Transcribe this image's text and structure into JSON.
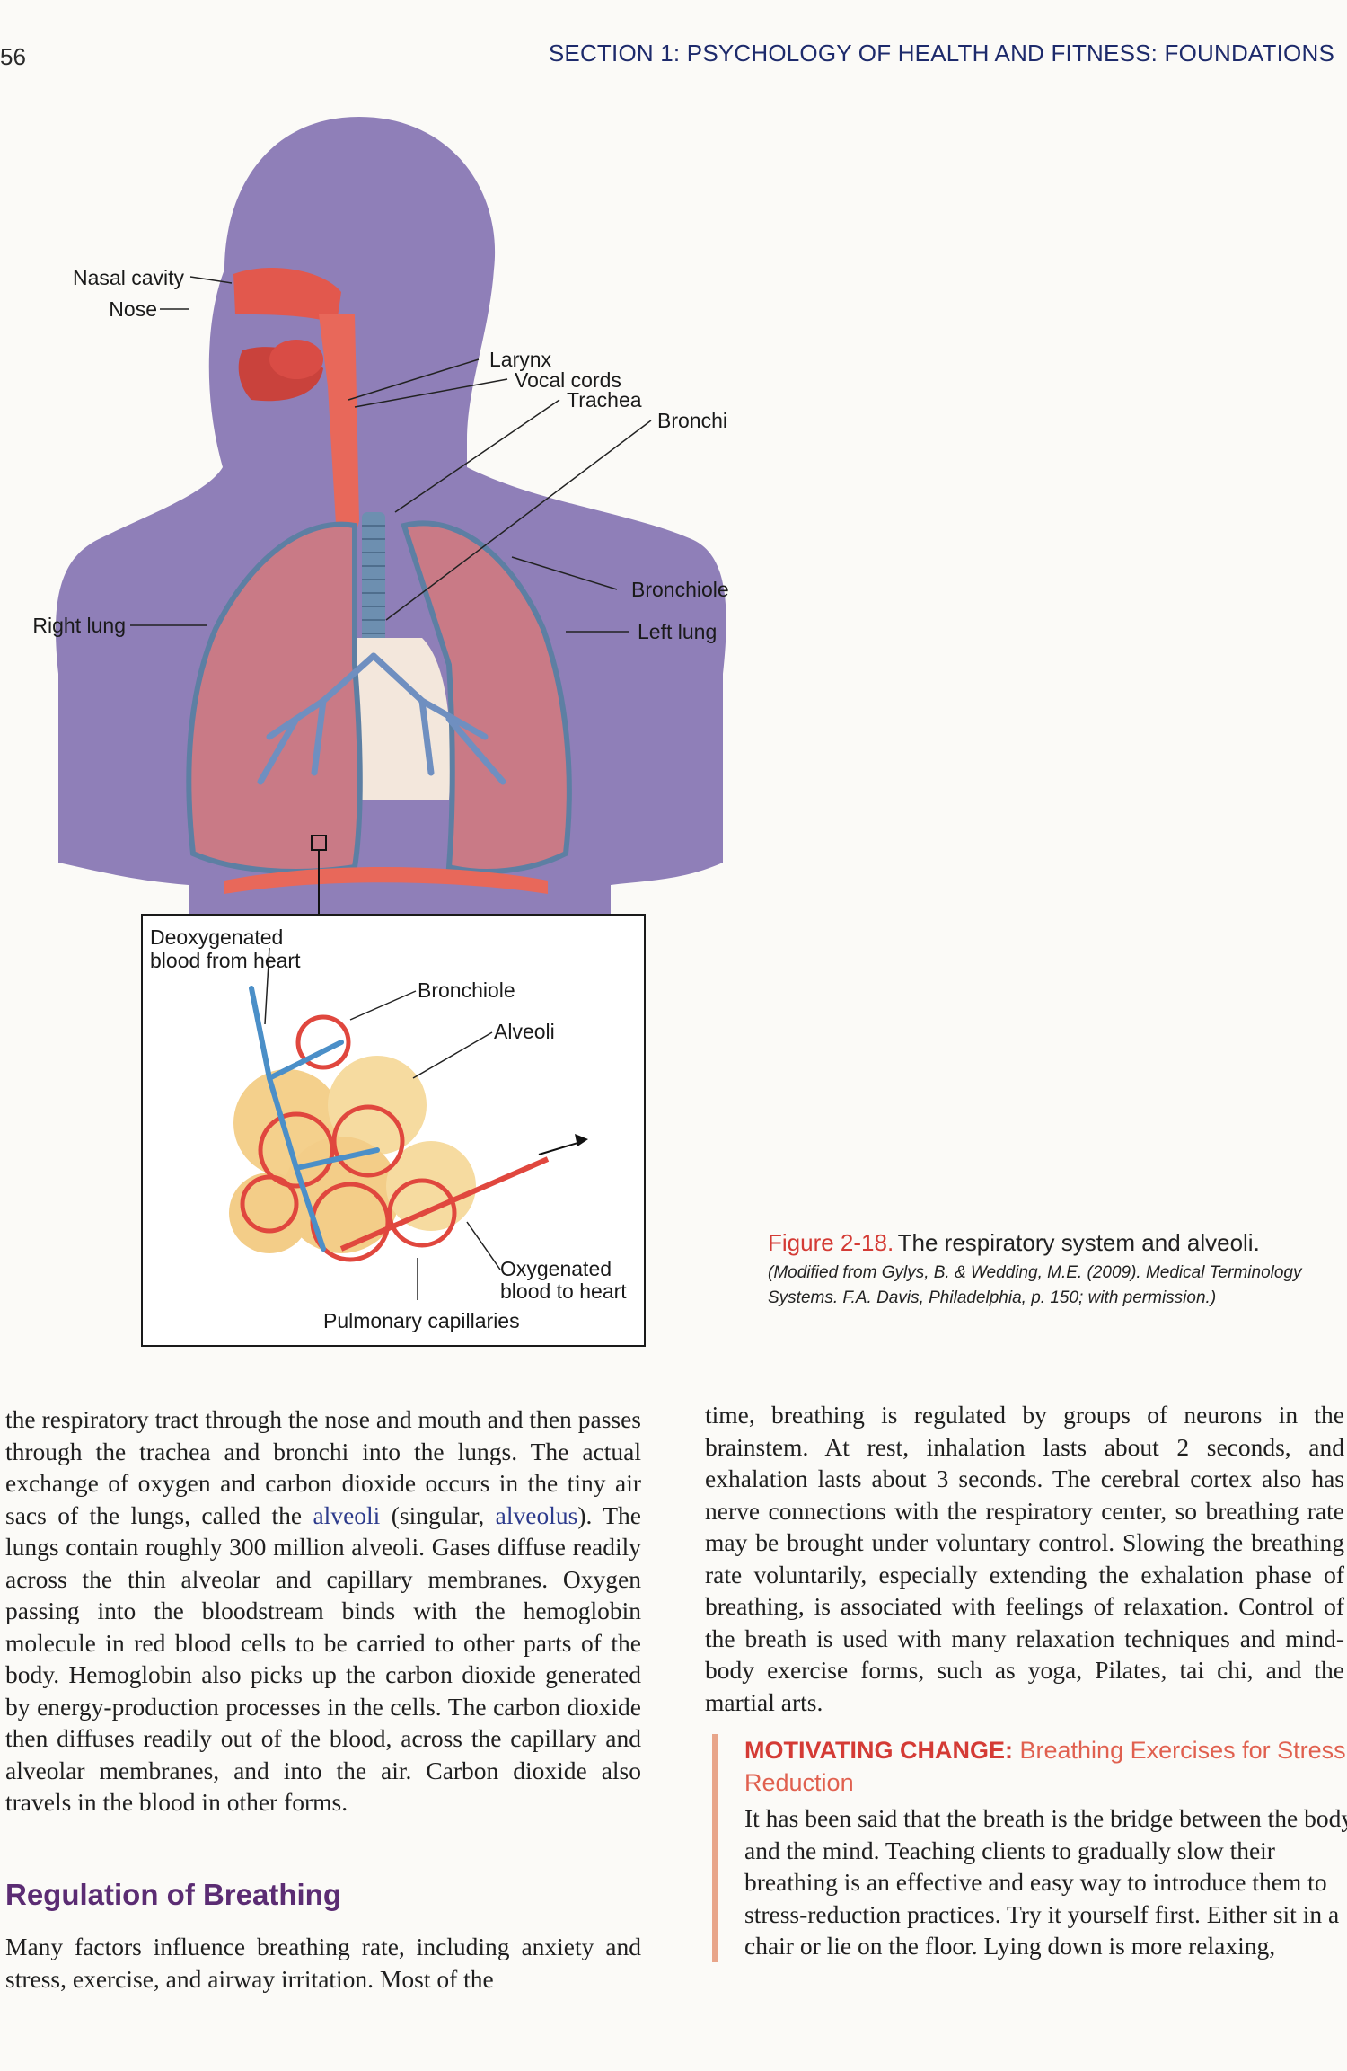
{
  "header": {
    "page_number": "56",
    "running_head": "SECTION 1: PSYCHOLOGY OF HEALTH AND FITNESS: FOUNDATIONS"
  },
  "figure": {
    "labels": {
      "nasal_cavity": "Nasal cavity",
      "nose": "Nose",
      "larynx": "Larynx",
      "vocal_cords": "Vocal cords",
      "trachea": "Trachea",
      "bronchi": "Bronchi",
      "bronchiole": "Bronchiole",
      "right_lung": "Right lung",
      "left_lung": "Left lung"
    },
    "inset_labels": {
      "deoxygenated_1": "Deoxygenated",
      "deoxygenated_2": "blood from heart",
      "bronchiole": "Bronchiole",
      "alveoli": "Alveoli",
      "oxygenated_1": "Oxygenated",
      "oxygenated_2": "blood to heart",
      "pulmonary_capillaries": "Pulmonary capillaries"
    },
    "caption": {
      "number": "Figure 2-18.",
      "title": "The respiratory system and alveoli.",
      "source": "(Modified from Gylys, B. & Wedding, M.E. (2009). Medical Terminology Systems. F.A. Davis, Philadelphia, p. 150; with permission.)"
    }
  },
  "left_column": {
    "p1_a": "the respiratory tract through the nose and mouth and then passes through the trachea and bronchi into the lungs. The actual exchange of oxygen and carbon dioxide occurs in the tiny air sacs of the lungs, called the ",
    "term_alveoli": "alveoli",
    "p1_b": " (singular, ",
    "term_alveolus": "alveolus",
    "p1_c": "). The lungs contain roughly 300 million alveoli. Gases diffuse readily across the thin alveolar and capillary membranes. Oxygen passing into the bloodstream binds with the hemoglobin molecule in red blood cells to be carried to other parts of the body. Hemoglobin also picks up the carbon dioxide generated by energy-production processes in the cells. The carbon dioxide then diffuses readily out of the blood, across the capillary and alveolar membranes, and into the air. Carbon dioxide also travels in the blood in other forms.",
    "heading": "Regulation of Breathing",
    "p2": "Many factors influence breathing rate, including anxiety and stress, exercise, and airway irritation. Most of the"
  },
  "right_column": {
    "p1": "time, breathing is regulated by groups of neurons in the brainstem. At rest, inhalation lasts about 2 seconds, and exhalation lasts about 3 seconds. The cerebral cortex also has nerve connections with the respiratory center, so breathing rate may be brought under voluntary control. Slowing the breathing rate voluntarily, especially extending the exhalation phase of breathing, is associated with feelings of relaxation. Control of the breath is used with many relaxation techniques and mind-body exercise forms, such as yoga, Pilates, tai chi, and the martial arts."
  },
  "motivating_change": {
    "label": "MOTIVATING CHANGE:",
    "title": "Breathing Exercises for Stress Reduction",
    "body": "It has been said that the breath is the bridge between the body and the mind. Teaching clients to gradually slow their breathing is an effective and easy way to introduce them to stress-reduction practices. Try it yourself first. Either sit in a chair or lie on the floor. Lying down is more relaxing,"
  },
  "colors": {
    "heading_purple": "#5b2c73",
    "accent_red": "#d43b35",
    "term_blue": "#2d3b8c",
    "silhouette": "#8f7fb8"
  }
}
